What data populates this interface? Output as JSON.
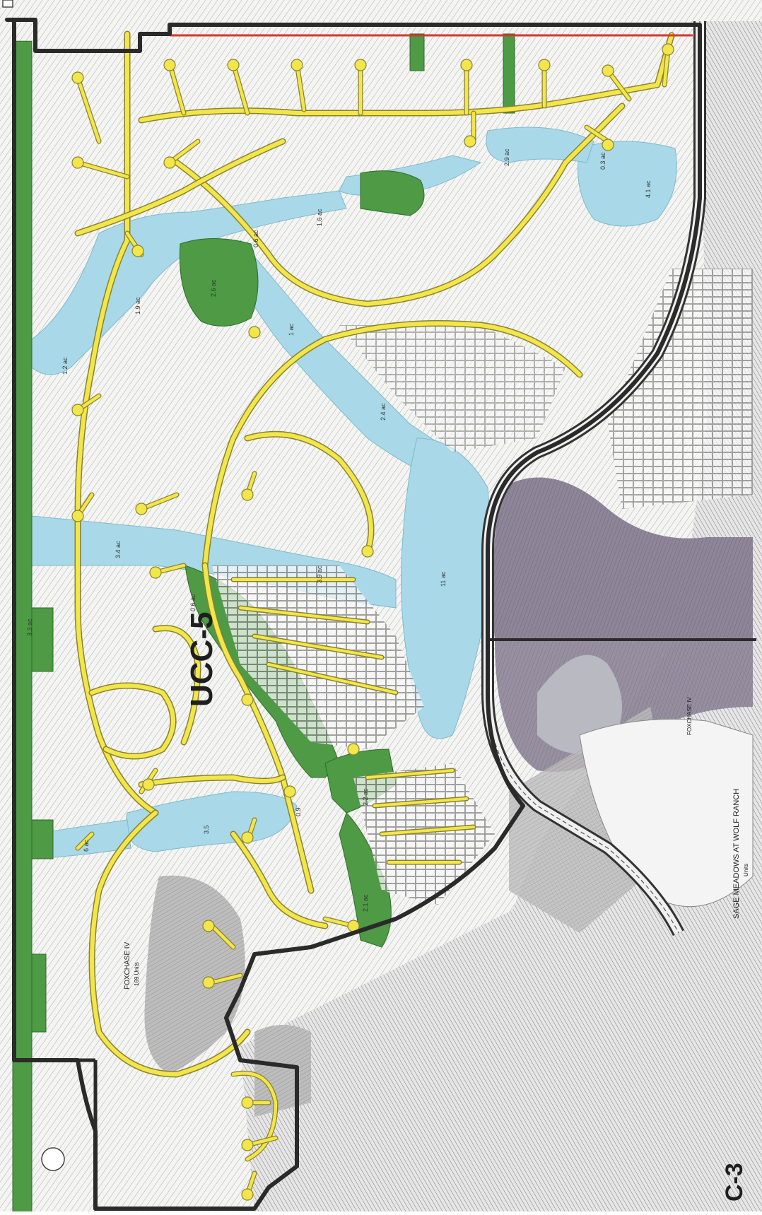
{
  "map": {
    "zone_label": "UCC-5",
    "zone_label_corner": "C-3",
    "lower_area_label": "FOXCHASE IV",
    "lower_area_sub": "169 Units",
    "right_area_label": "SAGE MEADOWS AT WOLF RANCH",
    "right_area_sub": "Units",
    "right_upper_label": "FOXCHASE IV",
    "acreage_labels": {
      "a1": "4.1 ac",
      "a2": "0.3 ac",
      "a3": "2.9 ac",
      "a4": "1.6 ac",
      "a5": "0.6 ac",
      "a6": "2.6 ac",
      "a7": "1.9 ac",
      "a8": "1.2 ac",
      "a9": "1 ac",
      "a10": "2.4 ac",
      "a11": "11 ac",
      "a12": "3.9 ac",
      "a13": "3.4 ac",
      "a14": "3.5",
      "a15": "0.9",
      "a16": "2.2 ac",
      "a17": "6 ac",
      "a18": "3.3 ac",
      "a19": "2.1 ac",
      "a20": "0.6 ac"
    },
    "colors": {
      "road": "#f2e64a",
      "water": "#a9d9e8",
      "park": "#4e9a45",
      "boundary": "#2a2a2a",
      "grey_zone": "#bdbdbd",
      "purple_zone": "#8e8598",
      "red_line": "#d23a2e"
    }
  }
}
